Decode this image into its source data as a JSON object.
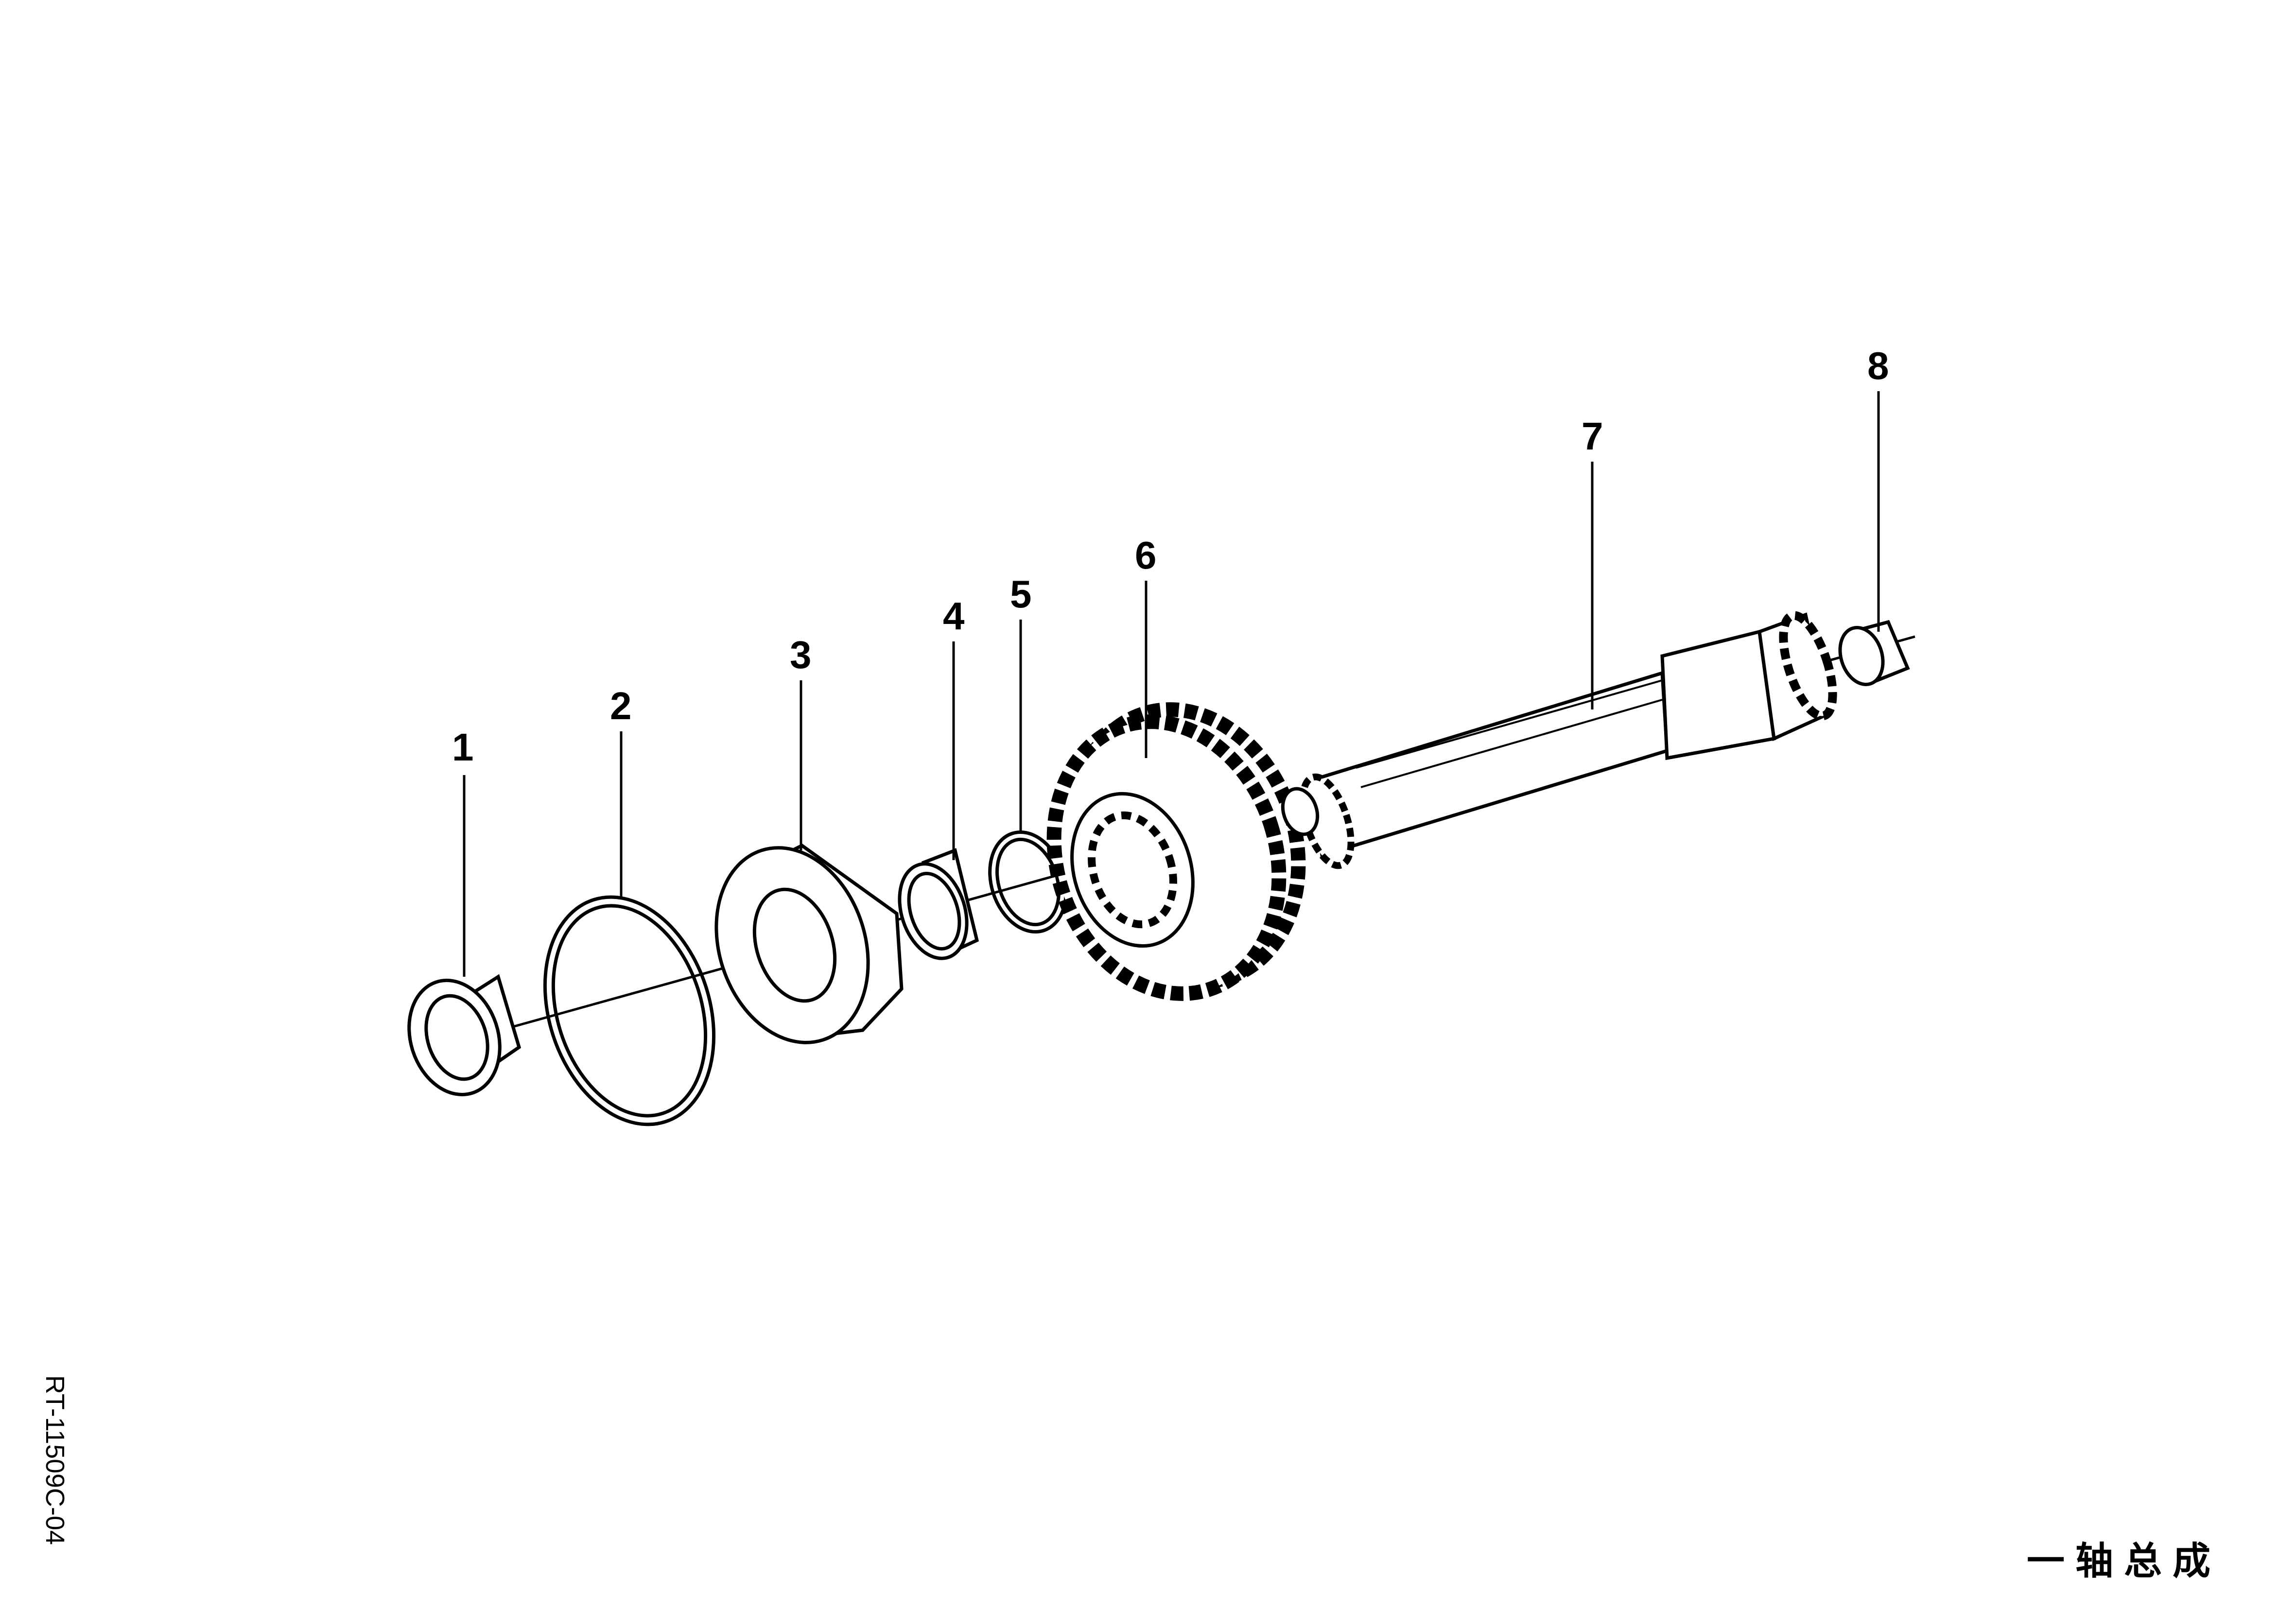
{
  "drawing_code": "RT-11509C-04",
  "drawing_title": "一轴总成",
  "callouts": [
    "1",
    "2",
    "3",
    "4",
    "5",
    "6",
    "7",
    "8"
  ],
  "line_color": "#000000",
  "background": "#ffffff"
}
